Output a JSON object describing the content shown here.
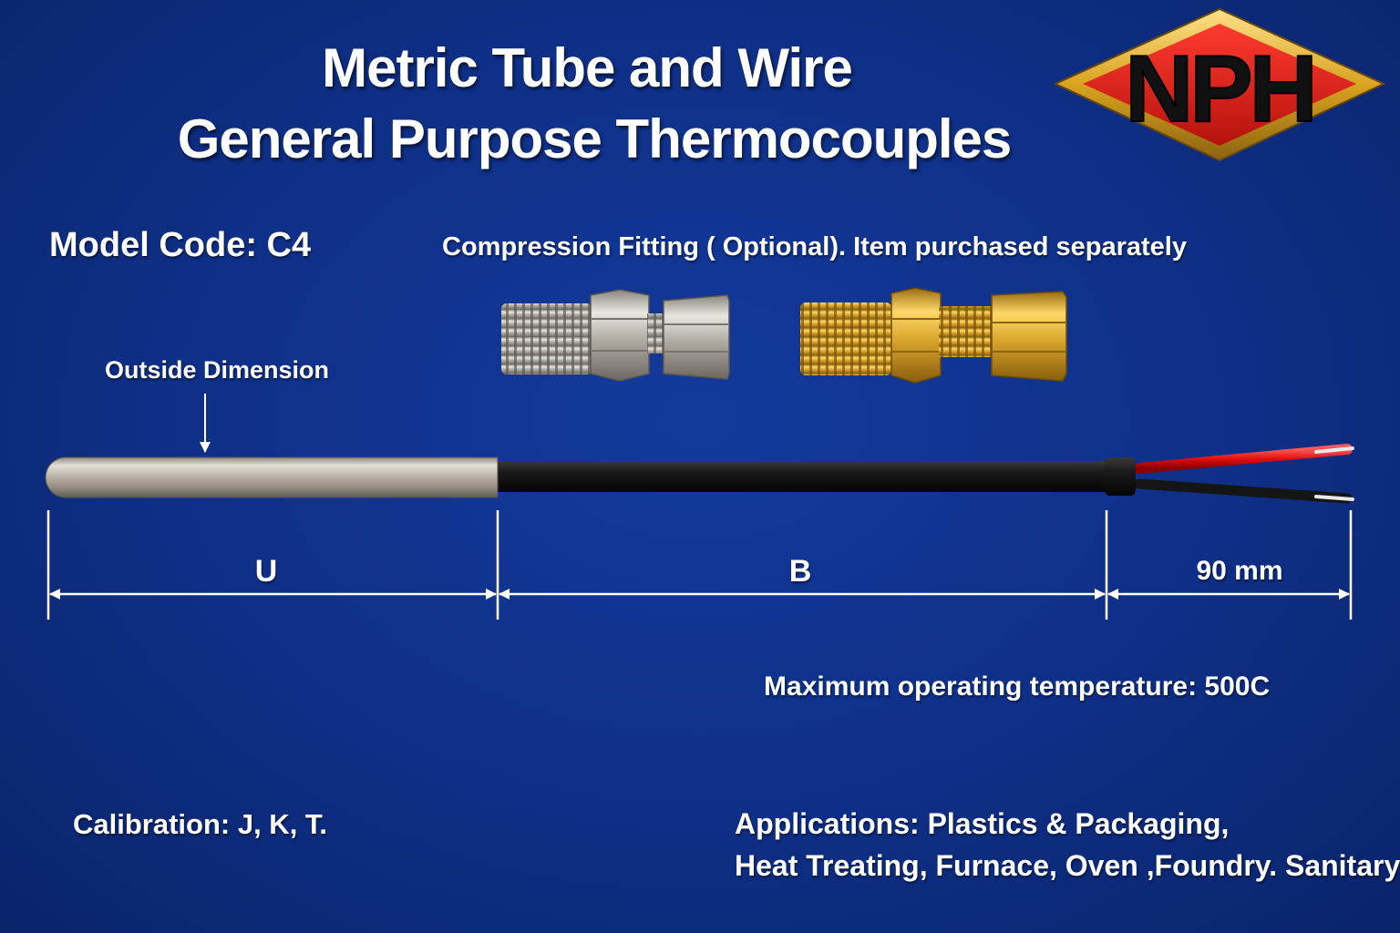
{
  "title": {
    "line1": "Metric Tube and Wire",
    "line2": "General Purpose Thermocouples"
  },
  "logo": {
    "text": "NPH",
    "colors": {
      "fill": "#e5221b",
      "border": "#d9a320",
      "text": "#111111"
    }
  },
  "model_code": "Model Code: C4",
  "fitting_note": "Compression Fitting ( Optional). Item purchased separately",
  "outside_dimension_label": "Outside Dimension",
  "dimensions": {
    "u": "U",
    "b": "B",
    "tail": "90 mm"
  },
  "max_temp": "Maximum operating temperature: 500C",
  "calibration": "Calibration:  J, K, T.",
  "applications": {
    "line1": "Applications:   Plastics & Packaging,",
    "line2": "Heat Treating, Furnace, Oven ,Foundry. Sanitary"
  },
  "colors": {
    "background": "#0e2f86",
    "sheath": "#b9b3a8",
    "cable": "#141414",
    "wire_red": "#e01010",
    "wire_black": "#151515",
    "steel_fitting": "#b8b4ac",
    "brass_fitting": "#d9a52b"
  }
}
